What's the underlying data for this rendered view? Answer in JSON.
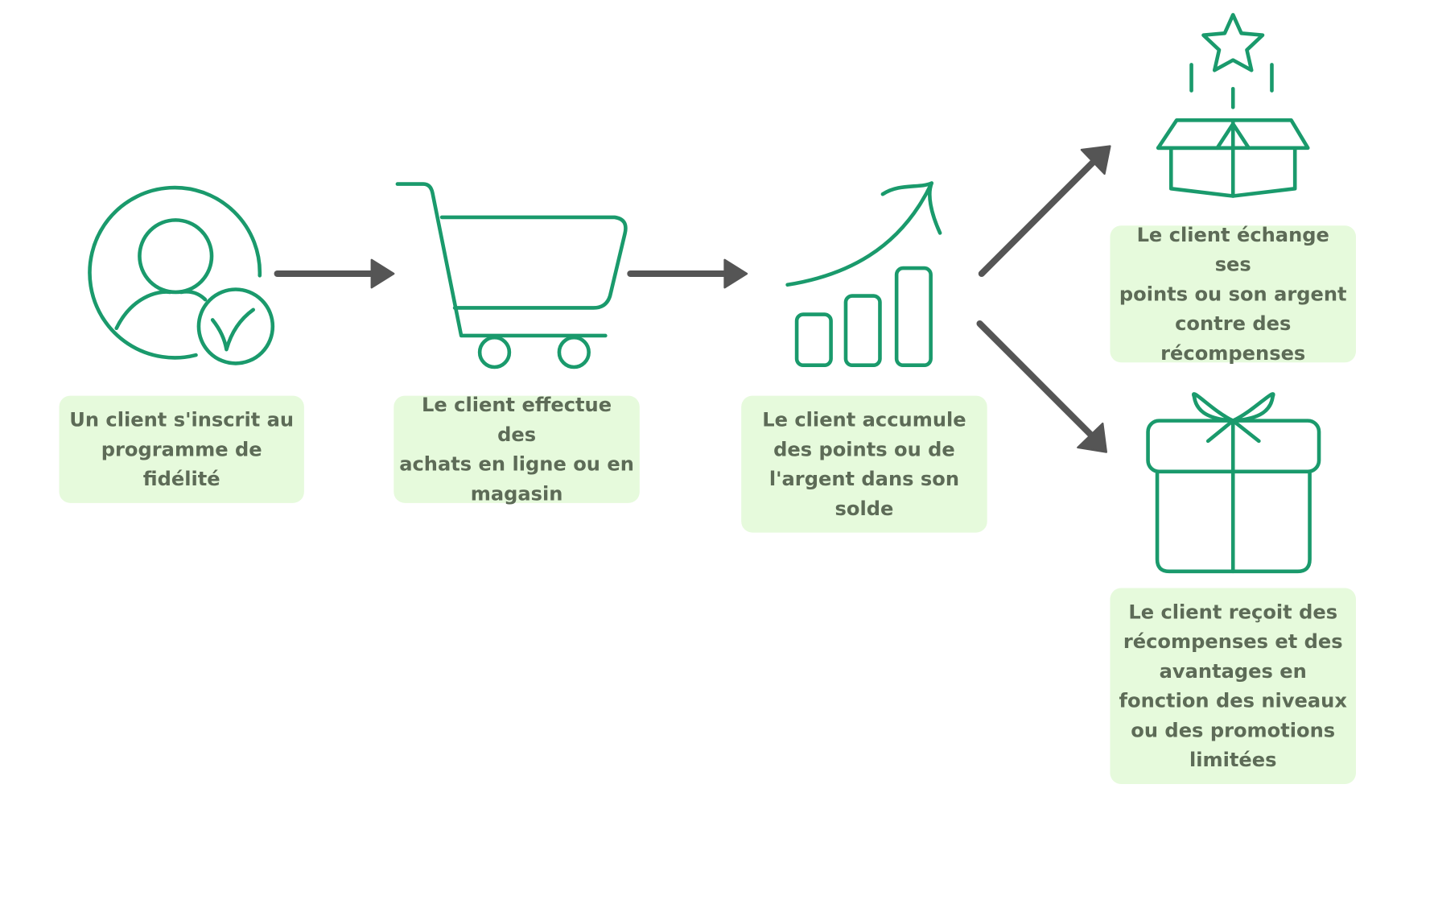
{
  "colors": {
    "accent": "#1a9a6c",
    "arrow": "#555555",
    "box_bg": "#e6fadc",
    "text": "#5d6b57"
  },
  "steps": [
    {
      "icon": "user-check-icon",
      "text": "Un client s'inscrit au\nprogramme de\nfidélité"
    },
    {
      "icon": "shopping-cart-icon",
      "text": "Le client effectue des\nachats en ligne ou en\nmagasin"
    },
    {
      "icon": "growth-chart-icon",
      "text": "Le client accumule\ndes points ou de\nl'argent dans son\nsolde"
    },
    {
      "icon": "star-box-icon",
      "text": "Le client échange ses\npoints ou son argent\ncontre des\nrécompenses"
    },
    {
      "icon": "gift-icon",
      "text": "Le client reçoit des\nrécompenses et des\navantages en\nfonction des niveaux\nou des promotions\nlimitées"
    }
  ]
}
